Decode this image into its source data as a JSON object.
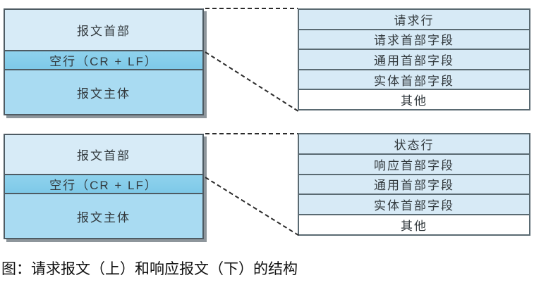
{
  "caption": "图：请求报文（上）和响应报文（下）的结构",
  "request": {
    "message": {
      "rows": [
        "报文首部",
        "空行（CR + LF）",
        "报文主体"
      ]
    },
    "detail": {
      "rows": [
        "请求行",
        "请求首部字段",
        "通用首部字段",
        "实体首部字段",
        "其他"
      ]
    }
  },
  "response": {
    "message": {
      "rows": [
        "报文首部",
        "空行（CR + LF）",
        "报文主体"
      ]
    },
    "detail": {
      "rows": [
        "状态行",
        "响应首部字段",
        "通用首部字段",
        "实体首部字段",
        "其他"
      ]
    }
  },
  "colors": {
    "row_light": "#D7EBF7",
    "row_empty_line": "#7EC9E8",
    "row_body": "#A9DBF2",
    "row_detail": "#D7EAF6",
    "row_other": "#FFFFFF",
    "box_border": "#4E5B63",
    "detail_border": "#5A6A72",
    "shadow": "#8E969C",
    "dash": "#2B2B2B"
  }
}
